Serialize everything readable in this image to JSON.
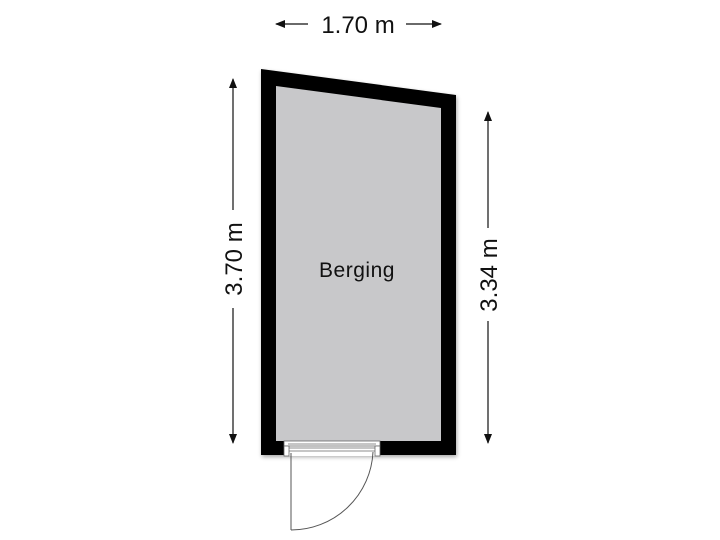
{
  "floorplan": {
    "room": {
      "label": "Berging",
      "fill": "#c8c8ca"
    },
    "walls": {
      "color": "#000000"
    },
    "dimensions": {
      "top": "1.70 m",
      "left": "3.70 m",
      "right": "3.34 m"
    },
    "door": {
      "type": "swing-door",
      "opening": "bottom"
    }
  }
}
